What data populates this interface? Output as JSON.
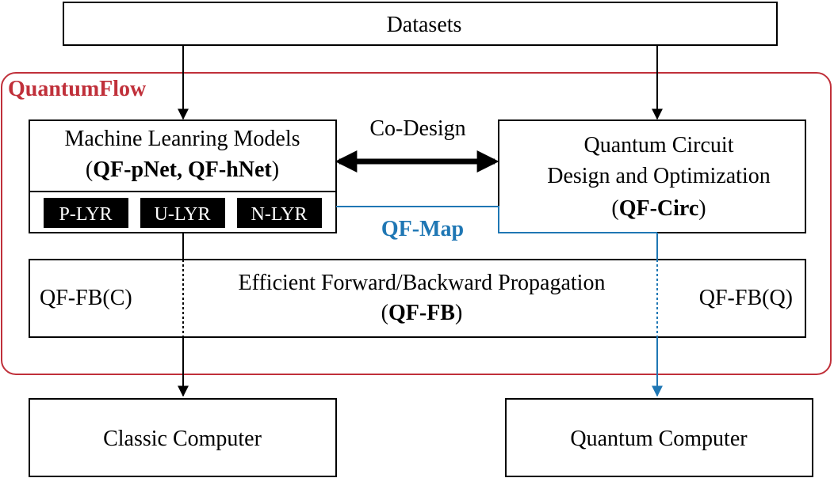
{
  "datasets": {
    "label": "Datasets"
  },
  "framework": {
    "title": "QuantumFlow",
    "color": "#c0303a"
  },
  "ml_models": {
    "title": "Machine Leanring Models",
    "subtitle_open": "(",
    "subtitle_bold": "QF-pNet, QF-hNet",
    "subtitle_close": ")",
    "layers": [
      "P-LYR",
      "U-LYR",
      "N-LYR"
    ]
  },
  "codesign": {
    "label": "Co-Design"
  },
  "circuit": {
    "line1": "Quantum Circuit",
    "line2": "Design and Optimization",
    "line3_open": "(",
    "line3_bold": "QF-Circ",
    "line3_close": ")"
  },
  "qfmap": {
    "label": "QF-Map",
    "color": "#1f77b4"
  },
  "propagation": {
    "title": "Efficient Forward/Backward Propagation",
    "subtitle_open": "(",
    "subtitle_bold": "QF-FB",
    "subtitle_close": ")",
    "left_label": "QF-FB(C)",
    "right_label": "QF-FB(Q)"
  },
  "classic": {
    "label": "Classic Computer"
  },
  "quantum": {
    "label": "Quantum Computer"
  }
}
